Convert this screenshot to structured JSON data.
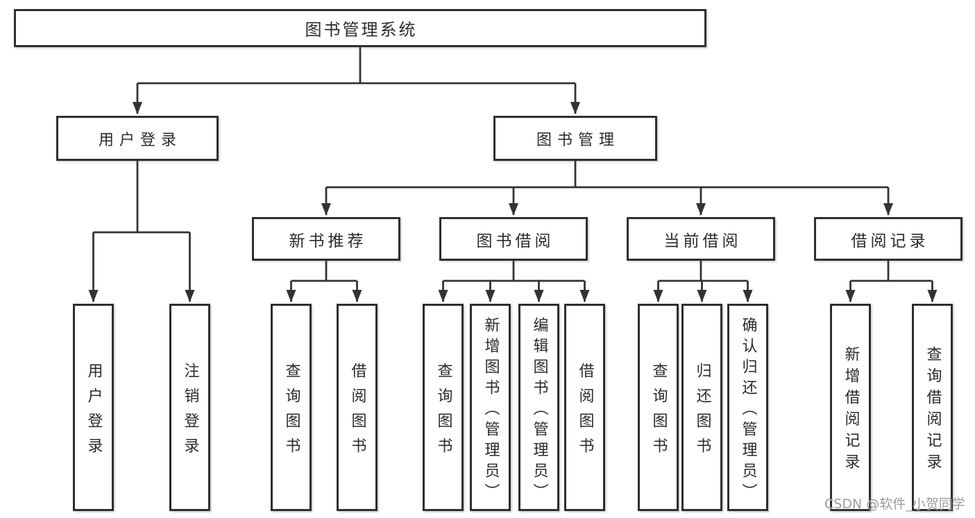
{
  "diagram": {
    "root": {
      "label": "图书管理系统"
    },
    "user_branch": {
      "label": "用户登录",
      "children": [
        {
          "label": "用户登录"
        },
        {
          "label": "注销登录"
        }
      ]
    },
    "management_branch": {
      "label": "图书管理",
      "groups": [
        {
          "label": "新书推荐",
          "children": [
            {
              "label": "查询图书"
            },
            {
              "label": "借阅图书"
            }
          ]
        },
        {
          "label": "图书借阅",
          "children": [
            {
              "label": "查询图书"
            },
            {
              "label": "新增图书（管理员）"
            },
            {
              "label": "编辑图书（管理员）"
            },
            {
              "label": "借阅图书"
            }
          ]
        },
        {
          "label": "当前借阅",
          "children": [
            {
              "label": "查询图书"
            },
            {
              "label": "归还图书"
            },
            {
              "label": "确认归还（管理员）"
            }
          ]
        },
        {
          "label": "借阅记录",
          "children": [
            {
              "label": "新增借阅记录"
            },
            {
              "label": "查询借阅记录"
            }
          ]
        }
      ]
    },
    "colors": {
      "line": "#333333",
      "border": "#2e2e2e",
      "fill": "#ffffff",
      "text": "#2b2b2b",
      "background": "#ffffff",
      "watermark": "#9c9c9c"
    }
  },
  "watermark": {
    "text": "CSDN @软件_小贺同学"
  }
}
